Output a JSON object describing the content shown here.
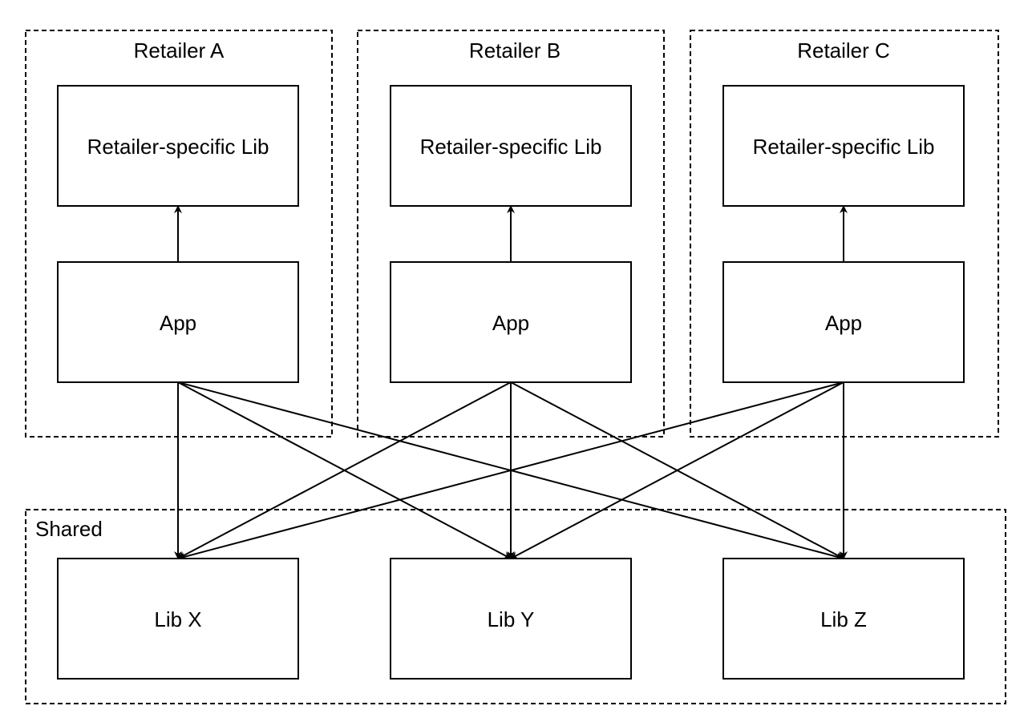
{
  "groups": {
    "retailer_a": {
      "title": "Retailer A"
    },
    "retailer_b": {
      "title": "Retailer B"
    },
    "retailer_c": {
      "title": "Retailer C"
    },
    "shared": {
      "title": "Shared"
    }
  },
  "nodes": {
    "lib_a": "Retailer-specific Lib",
    "lib_b": "Retailer-specific Lib",
    "lib_c": "Retailer-specific Lib",
    "app_a": "App",
    "app_b": "App",
    "app_c": "App",
    "lib_x": "Lib X",
    "lib_y": "Lib Y",
    "lib_z": "Lib Z"
  },
  "edges": [
    {
      "from": "app_a",
      "to": "lib_a"
    },
    {
      "from": "app_b",
      "to": "lib_b"
    },
    {
      "from": "app_c",
      "to": "lib_c"
    },
    {
      "from": "app_a",
      "to": "lib_x"
    },
    {
      "from": "app_a",
      "to": "lib_y"
    },
    {
      "from": "app_a",
      "to": "lib_z"
    },
    {
      "from": "app_b",
      "to": "lib_x"
    },
    {
      "from": "app_b",
      "to": "lib_y"
    },
    {
      "from": "app_b",
      "to": "lib_z"
    },
    {
      "from": "app_c",
      "to": "lib_x"
    },
    {
      "from": "app_c",
      "to": "lib_y"
    },
    {
      "from": "app_c",
      "to": "lib_z"
    }
  ]
}
